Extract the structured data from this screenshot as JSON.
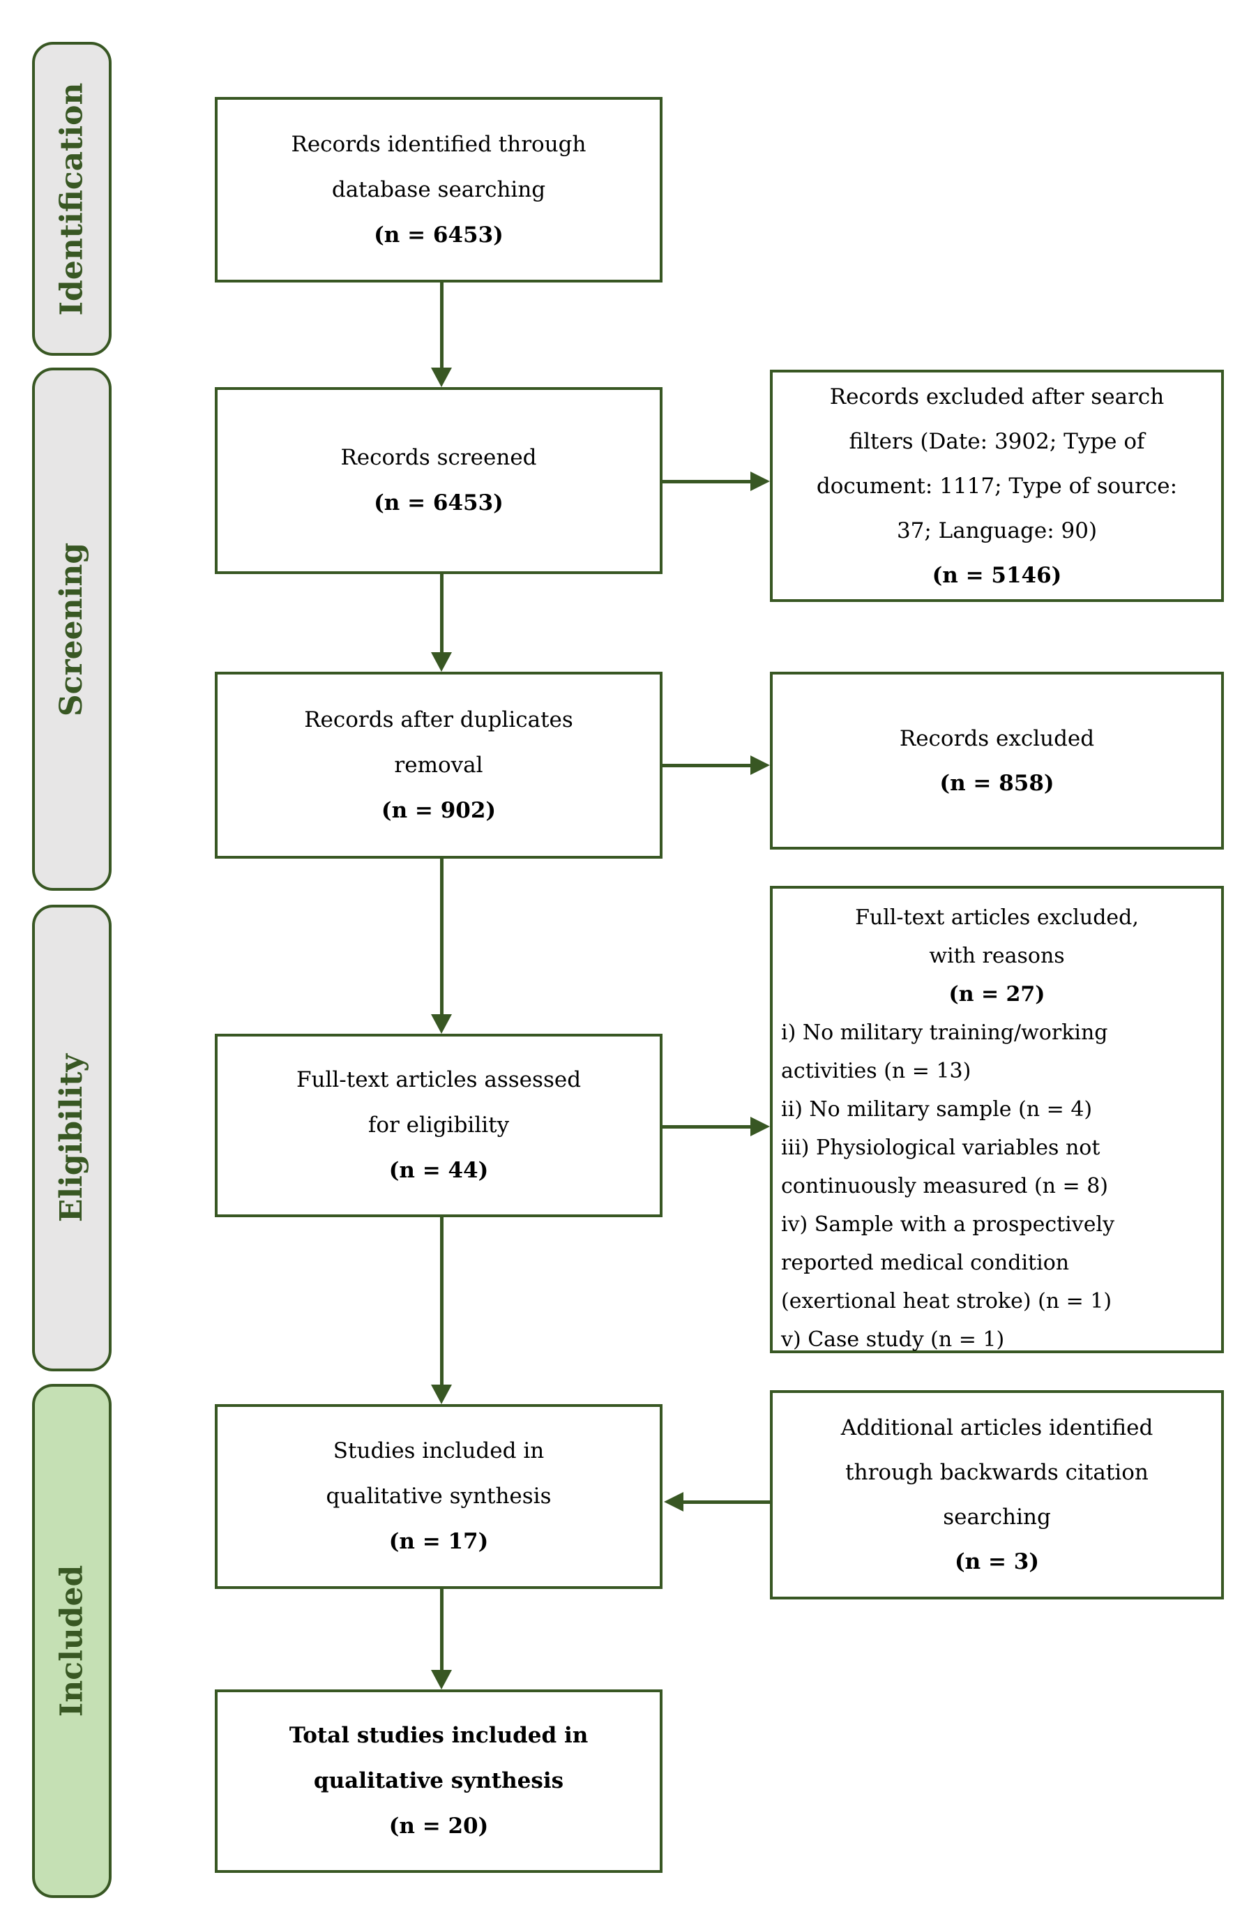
{
  "colors": {
    "border_green": "#385723",
    "stage_gray": "#E7E6E6",
    "stage_light_green": "#C5E0B4",
    "text_black": "#000000"
  },
  "sidebar": {
    "stages": [
      {
        "label": "Identification"
      },
      {
        "label": "Screening"
      },
      {
        "label": "Eligibility"
      },
      {
        "label": "Included"
      }
    ]
  },
  "main_flow": [
    {
      "lines": [
        "Records identified through",
        "database searching"
      ],
      "count": "(n = 6453)"
    },
    {
      "lines": [
        "Records screened"
      ],
      "count": "(n = 6453)"
    },
    {
      "lines": [
        "Records after duplicates",
        "removal"
      ],
      "count": "(n = 902)"
    },
    {
      "lines": [
        "Full-text articles assessed",
        "for eligibility"
      ],
      "count": "(n = 44)"
    },
    {
      "lines": [
        "Studies included in",
        "qualitative synthesis"
      ],
      "count": "(n = 17)"
    },
    {
      "lines": [
        "Total studies included in",
        "qualitative synthesis"
      ],
      "count": "(n = 20)"
    }
  ],
  "side_flow": [
    {
      "lines": [
        "Records excluded after search",
        "filters (Date: 3902; Type of",
        "document: 1117; Type of source:",
        "37; Language: 90)"
      ],
      "count": "(n = 5146)"
    },
    {
      "lines": [
        "Records excluded"
      ],
      "count": "(n = 858)"
    },
    {
      "heading_lines": [
        "Full-text articles excluded,",
        "with reasons"
      ],
      "count": "(n = 27)",
      "reasons": [
        {
          "lines": [
            "i) No military training/working",
            "activities (n = 13)"
          ]
        },
        {
          "lines": [
            "ii) No military sample (n = 4)"
          ]
        },
        {
          "lines": [
            "iii) Physiological variables not",
            "continuously measured (n = 8)"
          ]
        },
        {
          "lines": [
            "iv) Sample with a prospectively",
            "reported medical condition",
            "(exertional heat stroke) (n = 1)"
          ]
        },
        {
          "lines": [
            "v) Case study (n = 1)"
          ]
        }
      ]
    },
    {
      "lines": [
        "Additional articles identified",
        "through backwards citation",
        "searching"
      ],
      "count": "(n = 3)"
    }
  ]
}
